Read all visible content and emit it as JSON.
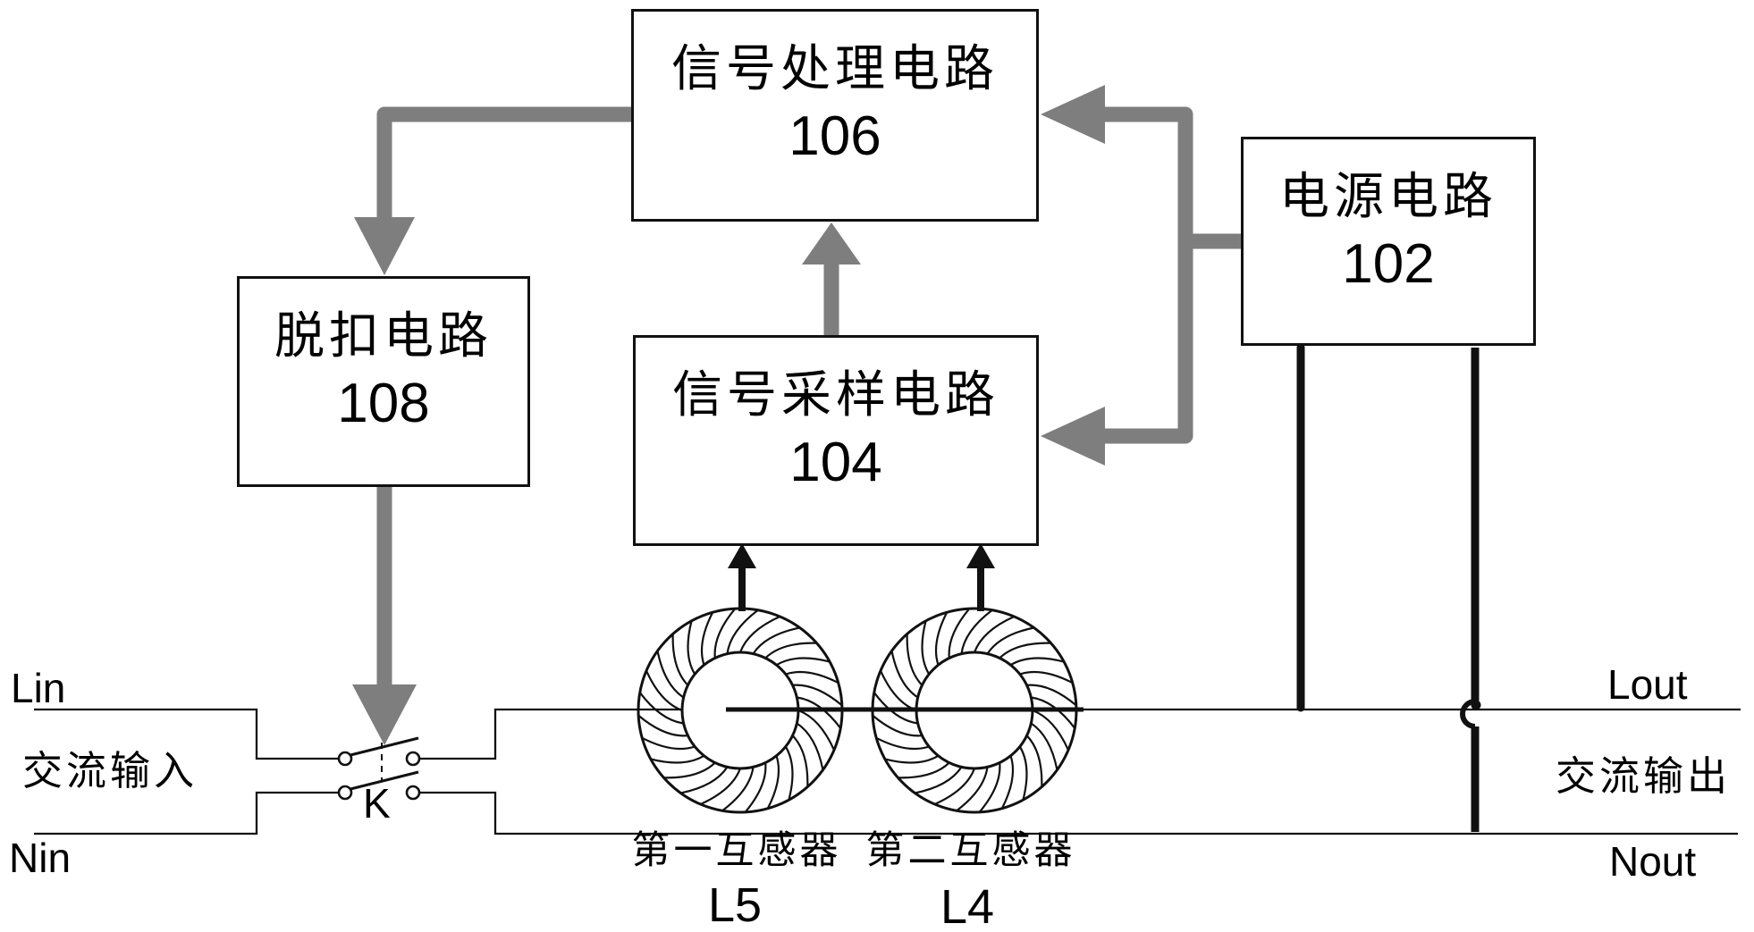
{
  "figure": {
    "blocks": {
      "signal_processing": {
        "name": "信号处理电路",
        "ref": "106"
      },
      "power_supply": {
        "name": "电源电路",
        "ref": "102"
      },
      "signal_sampling": {
        "name": "信号采样电路",
        "ref": "104"
      },
      "trip": {
        "name": "脱扣电路",
        "ref": "108"
      }
    },
    "terminals": {
      "line_in": "Lin",
      "neutral_in": "Nin",
      "line_out": "Lout",
      "neutral_out": "Nout"
    },
    "annotations": {
      "ac_input": "交流输入",
      "ac_output": "交流输出",
      "switch_k": "K"
    },
    "transformers": {
      "first": {
        "name": "第一互感器",
        "ref": "L5"
      },
      "second": {
        "name": "第二互感器",
        "ref": "L4"
      }
    },
    "colors": {
      "line": "#111111",
      "arrow_gray": "#7e7e7e",
      "background": "#ffffff"
    }
  }
}
